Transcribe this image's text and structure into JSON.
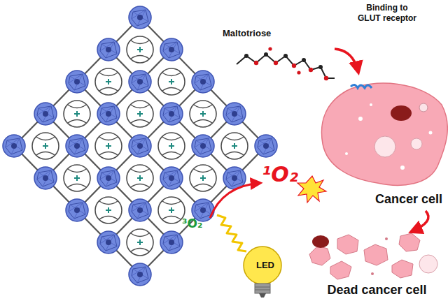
{
  "diagram": {
    "nodes": [
      {
        "text": [
          "Cancer cell"
        ]
      },
      {
        "text": [
          "Dead cancer cell"
        ]
      },
      {
        "text": [
          "LED"
        ]
      }
    ],
    "edges": [
      {
        "from": 0,
        "to": 1,
        "arrow": "to"
      }
    ],
    "labels": [
      "Maltotriose",
      "Binding to GLUT receptor",
      "¹O₂",
      "³O₂"
    ]
  }
}
